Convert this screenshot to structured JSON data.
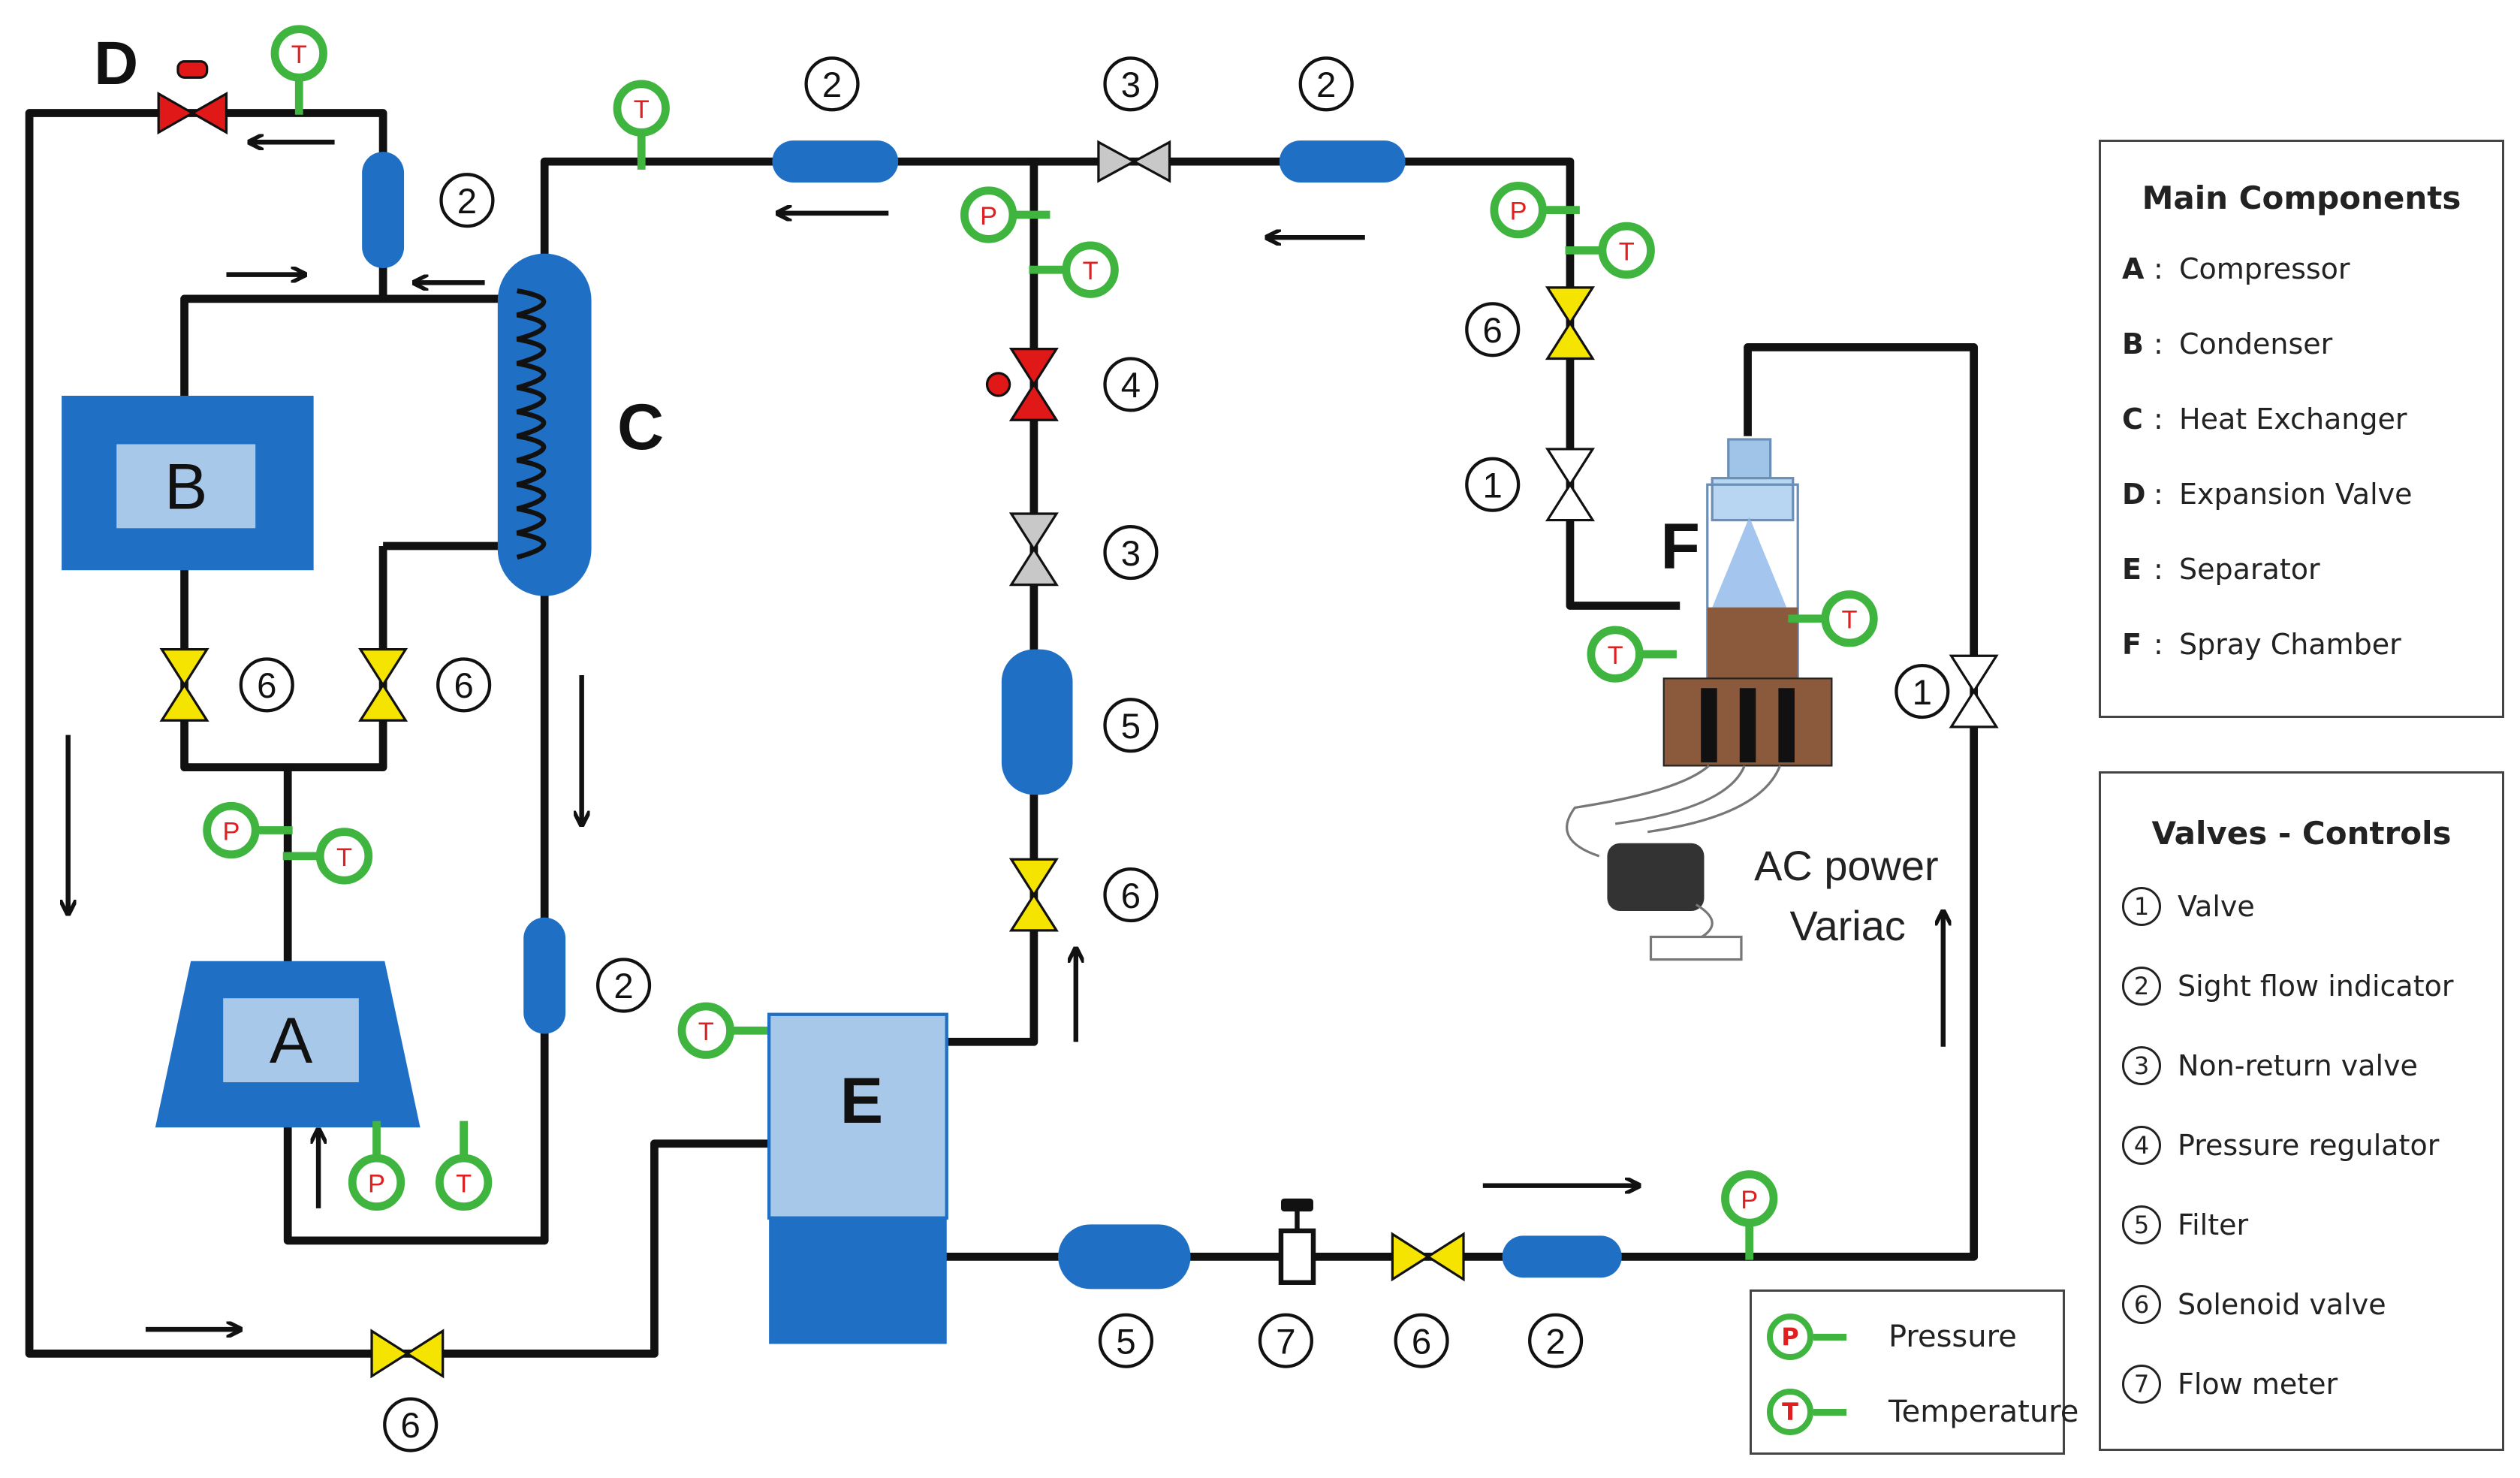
{
  "component_letters": {
    "A": "A",
    "B": "B",
    "C": "C",
    "D": "D",
    "E": "E",
    "F": "F"
  },
  "gauge_letters": {
    "pressure": "P",
    "temperature": "T"
  },
  "valve_numbers": {
    "n1": "1",
    "n2": "2",
    "n3": "3",
    "n4": "4",
    "n5": "5",
    "n6": "6",
    "n7": "7"
  },
  "ac_power": {
    "line1": "AC power",
    "line2": "Variac"
  },
  "main_components": {
    "title": "Main Components",
    "items": [
      {
        "key": "A",
        "label": "Compressor"
      },
      {
        "key": "B",
        "label": "Condenser"
      },
      {
        "key": "C",
        "label": "Heat Exchanger"
      },
      {
        "key": "D",
        "label": "Expansion Valve"
      },
      {
        "key": "E",
        "label": "Separator"
      },
      {
        "key": "F",
        "label": "Spray Chamber"
      }
    ]
  },
  "valves_controls": {
    "title": "Valves - Controls",
    "items": [
      {
        "num": "1",
        "label": "Valve"
      },
      {
        "num": "2",
        "label": "Sight flow indicator"
      },
      {
        "num": "3",
        "label": "Non-return valve"
      },
      {
        "num": "4",
        "label": "Pressure regulator"
      },
      {
        "num": "5",
        "label": "Filter"
      },
      {
        "num": "6",
        "label": "Solenoid valve"
      },
      {
        "num": "7",
        "label": "Flow meter"
      }
    ]
  },
  "pt_legend": {
    "pressure": "Pressure",
    "temperature": "Temperature"
  },
  "colors": {
    "pipe": "#111111",
    "component_blue": "#1f6fc5",
    "light_blue": "#a8c8ea",
    "gauge_green": "#3fb43f",
    "gauge_letter": "#e02020",
    "solenoid_yellow": "#f4e400",
    "regulator_red": "#e01818",
    "nonreturn_grey": "#c8c8c8",
    "spray_brown": "#8b5a3c"
  }
}
